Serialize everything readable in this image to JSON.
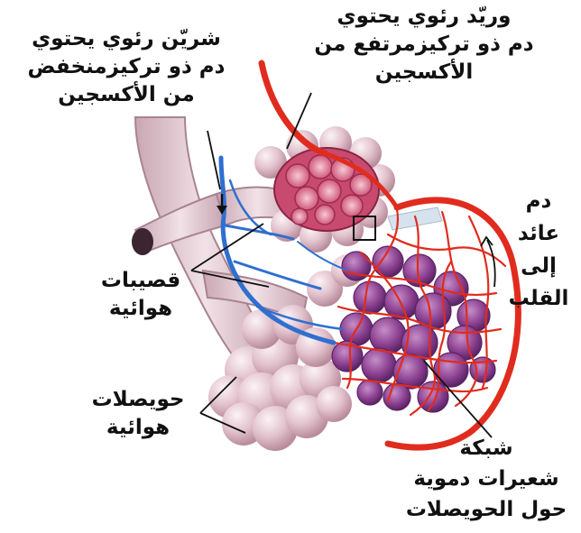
{
  "labels": {
    "artery": [
      "شريّن رئوي يحتوي",
      "دم ذو تركيزمنخفض",
      "من الأكسجين"
    ],
    "vein": [
      "وريّد رئوي يحتوي",
      "دم ذو تركيزمرتفع من",
      "الأكسجين"
    ],
    "returning_blood": [
      "دم",
      "عائد",
      "إلى",
      "القلب"
    ],
    "bronchioles": [
      "قصيبات",
      "هوائية"
    ],
    "alveoli": [
      "حويصلات",
      "هوائية"
    ],
    "capillary_network": [
      "شبكة",
      "شعيرات دموية",
      "حول الحويصلات"
    ]
  },
  "colors": {
    "artery_blue": "#2f6fd0",
    "vein_red": "#e02c1e",
    "airway_pink": "#e6ccd3",
    "alveolus_purple": "#8a3f8f",
    "cross_section": "#d24a6b"
  }
}
